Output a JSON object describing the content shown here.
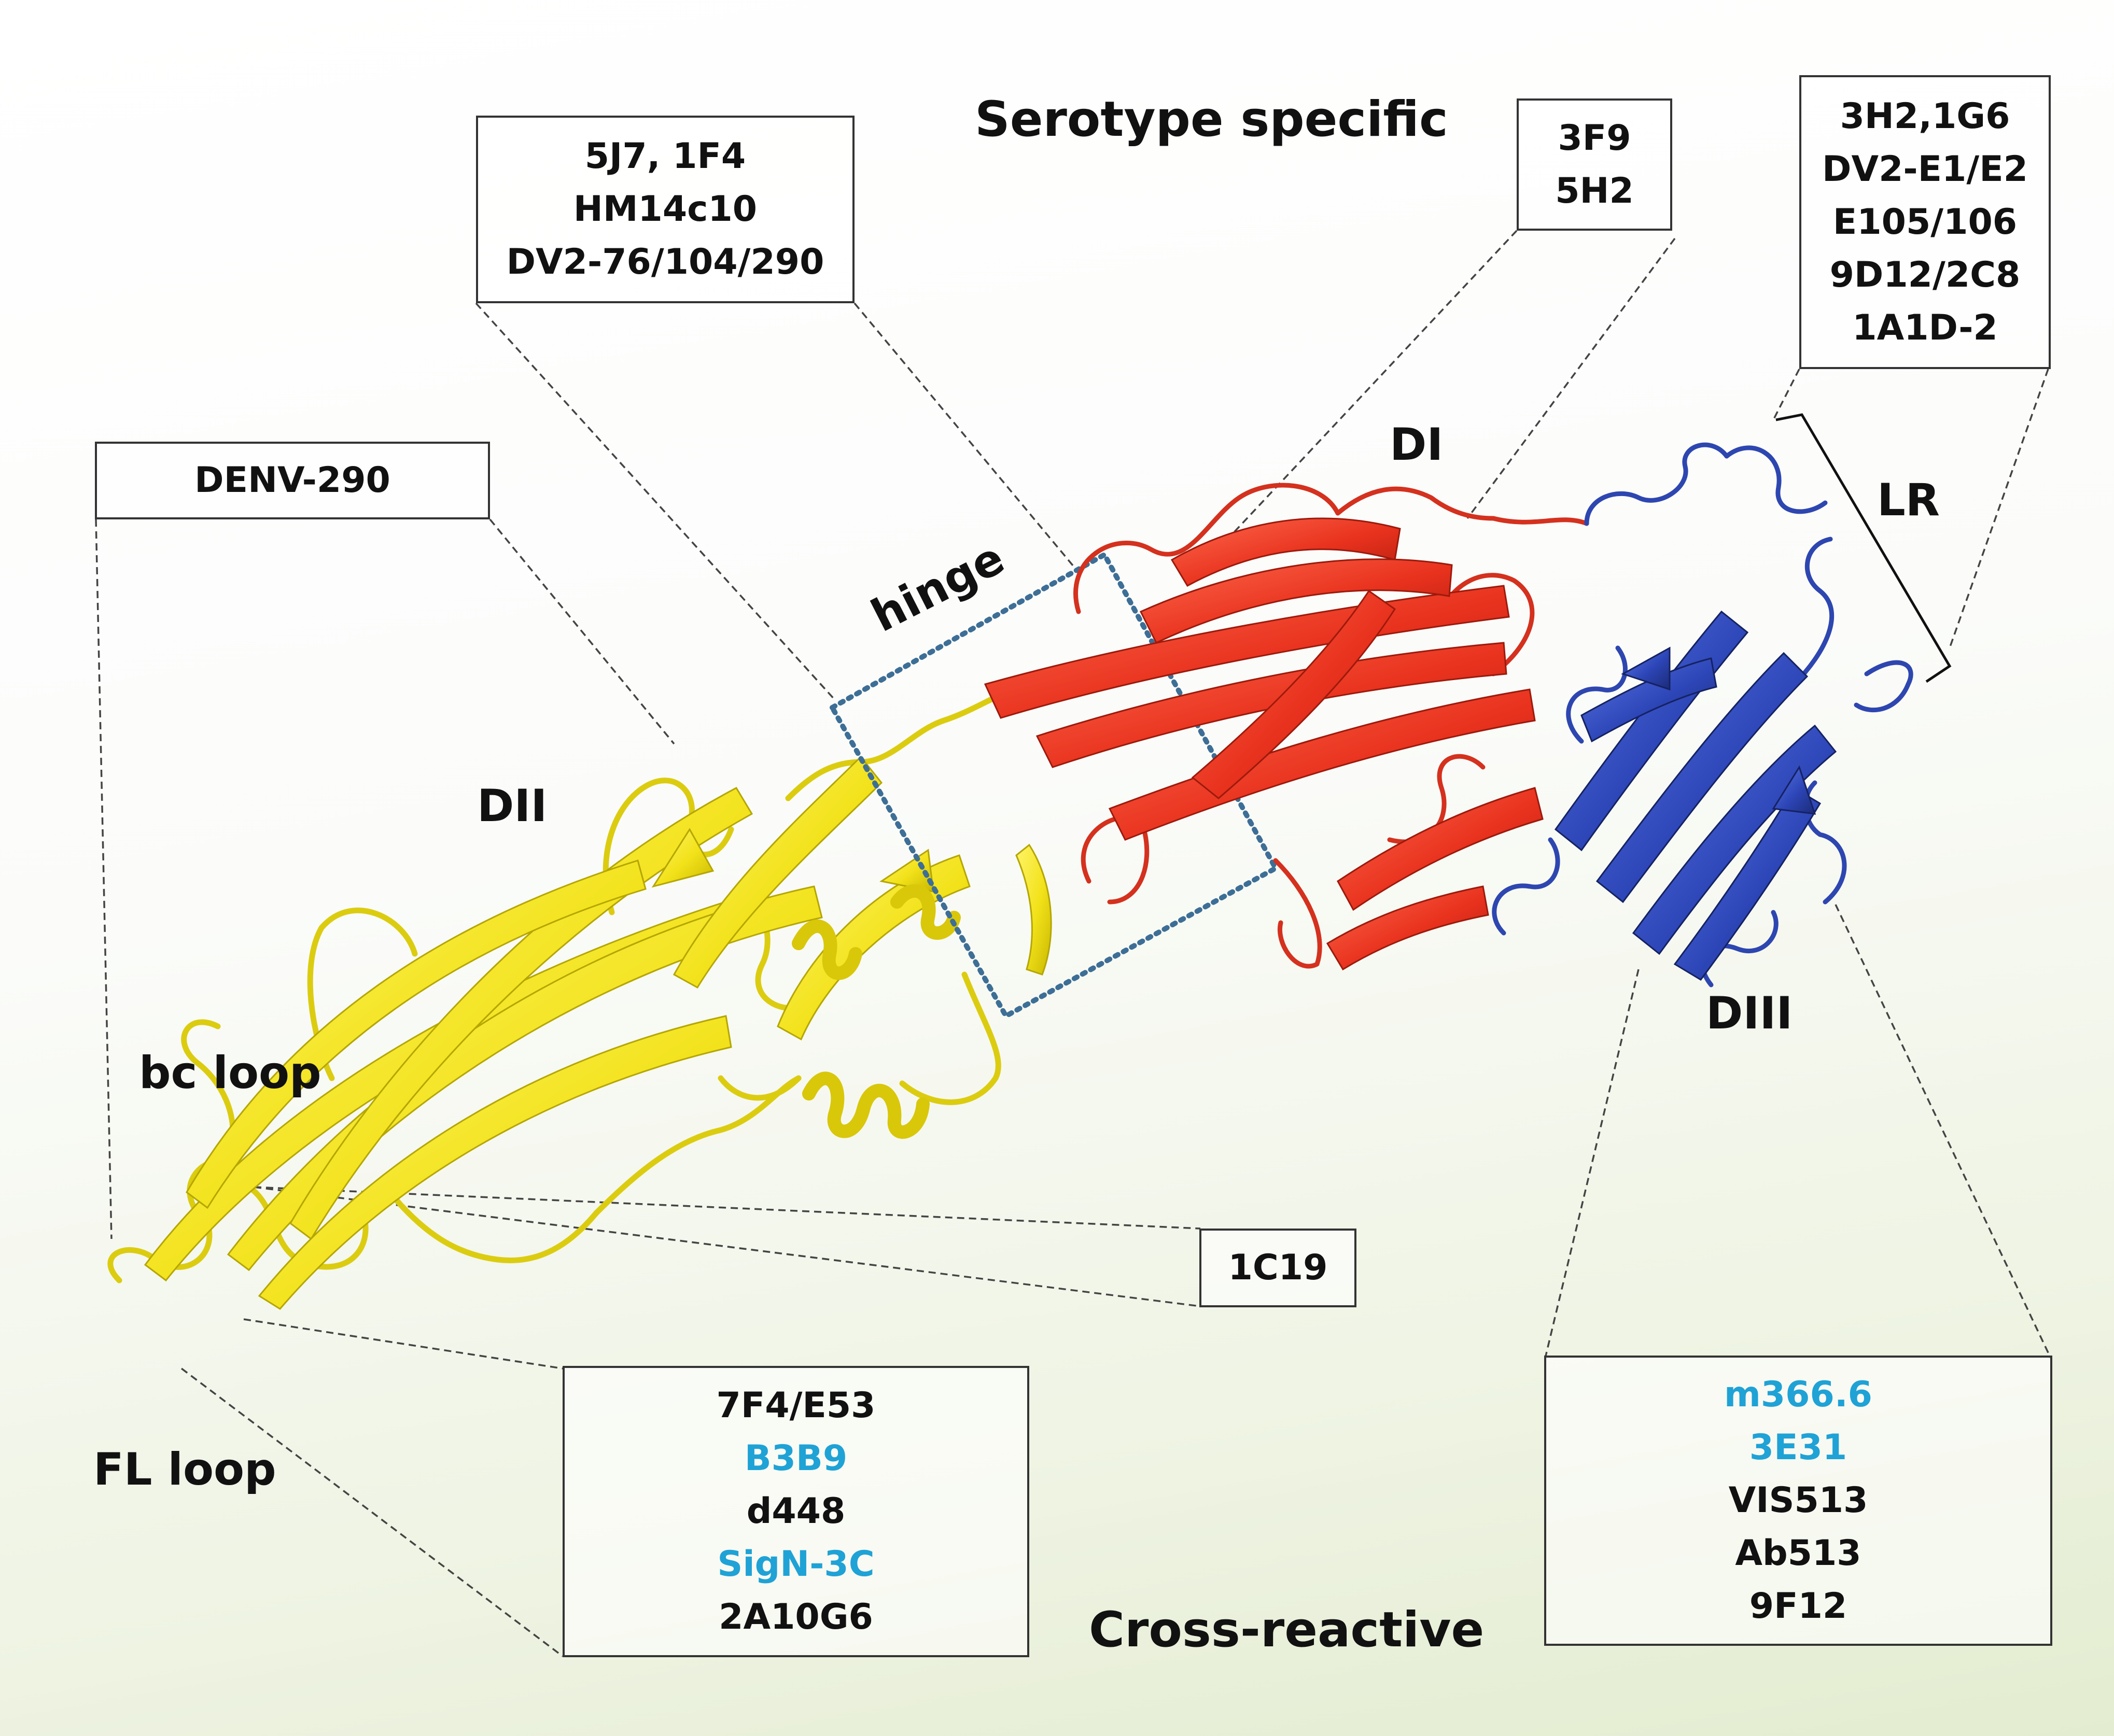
{
  "headings": {
    "top": "Serotype specific",
    "bottom": "Cross-reactive"
  },
  "domains": {
    "di": "DI",
    "dii": "DII",
    "diii": "DIII",
    "lr": "LR",
    "hinge": "hinge",
    "bc_loop": "bc loop",
    "fl_loop": "FL loop"
  },
  "boxes": {
    "hinge_antibodies": [
      "5J7, 1F4",
      "HM14c10",
      "DV2-76/104/290"
    ],
    "di_antibodies": [
      "3F9",
      "5H2"
    ],
    "lr_antibodies": [
      "3H2,1G6",
      "DV2-E1/E2",
      "E105/106",
      "9D12/2C8",
      "1A1D-2"
    ],
    "dii_antibody": [
      "DENV-290"
    ],
    "bc_antibody": [
      "1C19"
    ],
    "fl_antibodies": [
      {
        "text": "7F4/E53",
        "highlight": false
      },
      {
        "text": "B3B9",
        "highlight": true
      },
      {
        "text": "d448",
        "highlight": false
      },
      {
        "text": "SigN-3C",
        "highlight": true
      },
      {
        "text": "2A10G6",
        "highlight": false
      }
    ],
    "diii_antibodies": [
      {
        "text": "m366.6",
        "highlight": true
      },
      {
        "text": "3E31",
        "highlight": true
      },
      {
        "text": "VIS513",
        "highlight": false
      },
      {
        "text": "Ab513",
        "highlight": false
      },
      {
        "text": "9F12",
        "highlight": false
      }
    ]
  },
  "colors": {
    "domain_i": "#e8321e",
    "domain_ii": "#f2e21a",
    "domain_iii": "#2d46b8",
    "highlight_text": "#1fa2d6",
    "hinge_box": "#3d6e96"
  }
}
